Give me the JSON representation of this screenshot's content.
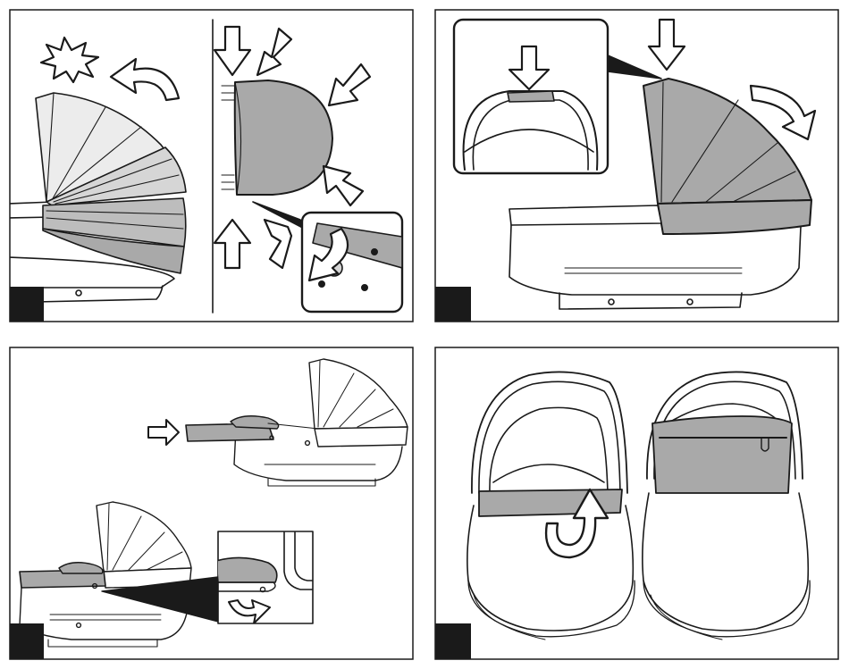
{
  "title": "",
  "panels": [
    {
      "id": "step-1",
      "step_label": ""
    },
    {
      "id": "step-2",
      "step_label": ""
    },
    {
      "id": "step-3",
      "step_label": ""
    },
    {
      "id": "step-4",
      "step_label": ""
    }
  ],
  "colors": {
    "outline": "#1a1a1a",
    "fabric": "#a9a9a9",
    "fabric_light": "#d6d6d6",
    "fabric_faint": "#ececec",
    "step_marker": "#1a1a1a",
    "background": "#ffffff"
  },
  "icons": [
    "burst-icon",
    "curved-arrow-icon",
    "down-arrow-icon",
    "diagonal-arrow-icon",
    "up-arrow-icon",
    "right-arrow-icon",
    "u-turn-arrow-icon",
    "screw-icon"
  ]
}
